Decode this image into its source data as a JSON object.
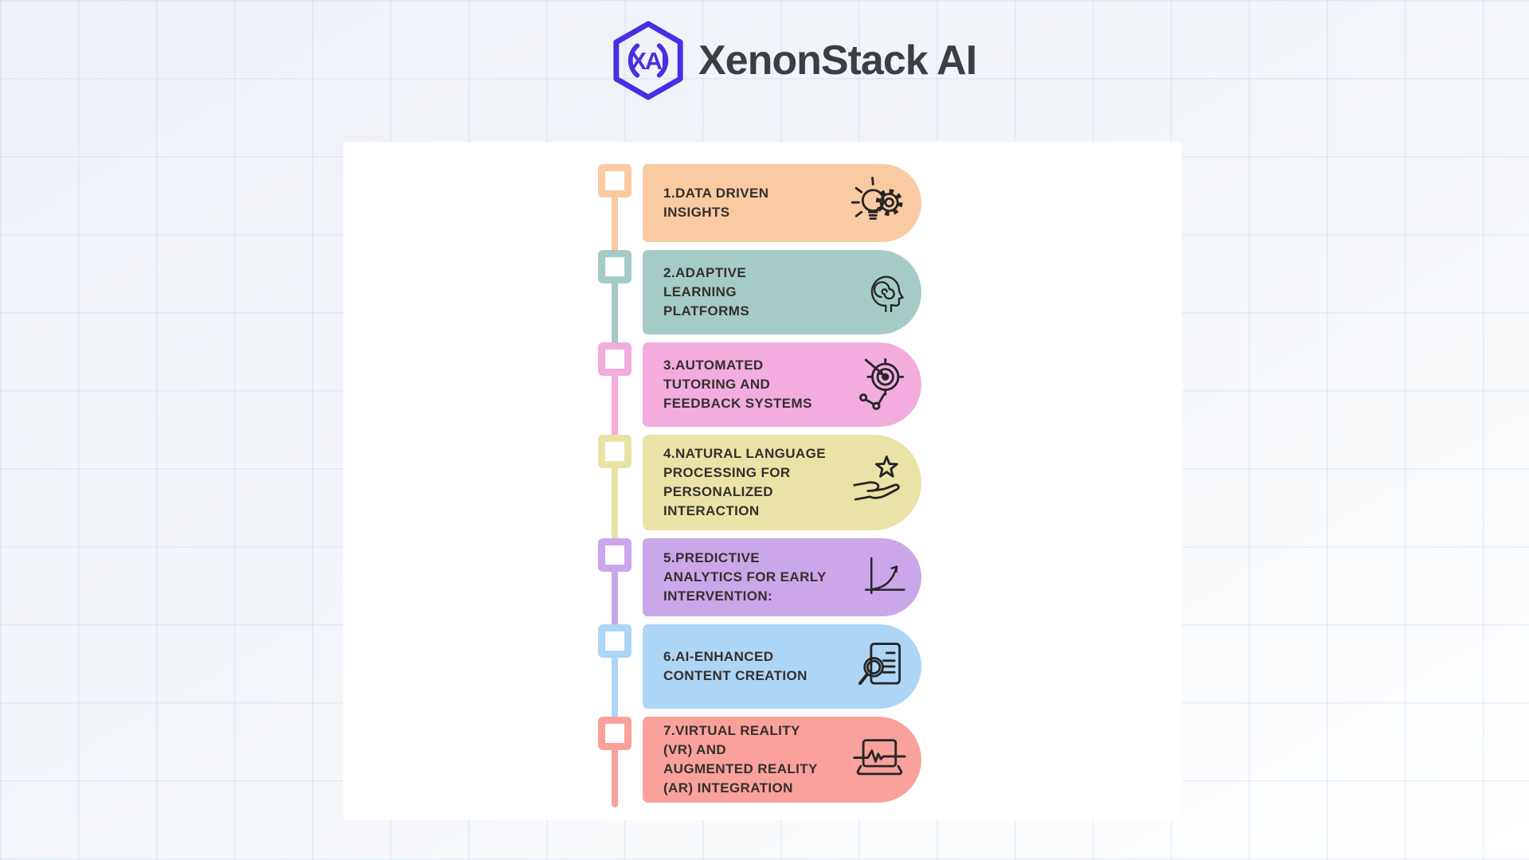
{
  "brand": {
    "name": "XenonStack AI",
    "logo_text": "XAI",
    "logo_color": "#4b2ee2",
    "text_color": "#3d3e43"
  },
  "timeline": {
    "items": [
      {
        "number": "1",
        "title": "1.DATA DRIVEN\nINSIGHTS",
        "color": "#facaa2",
        "icon": "lightbulb-gear-icon"
      },
      {
        "number": "2",
        "title": "2.ADAPTIVE\nLEARNING\nPLATFORMS",
        "color": "#a4cbc6",
        "icon": "head-spiral-icon"
      },
      {
        "number": "3",
        "title": "3.AUTOMATED\nTUTORING AND\nFEEDBACK SYSTEMS",
        "color": "#f2acdd",
        "icon": "target-dart-icon"
      },
      {
        "number": "4",
        "title": "4.NATURAL LANGUAGE\nPROCESSING FOR\nPERSONALIZED\nINTERACTION",
        "color": "#e9e3a7",
        "icon": "hand-star-icon"
      },
      {
        "number": "5",
        "title": "5.PREDICTIVE\nANALYTICS FOR EARLY\nINTERVENTION:",
        "color": "#cba6e9",
        "icon": "growth-curve-icon"
      },
      {
        "number": "6",
        "title": "6.AI-ENHANCED\nCONTENT CREATION",
        "color": "#add5f6",
        "icon": "magnifier-document-icon"
      },
      {
        "number": "7",
        "title": "7.VIRTUAL REALITY\n(VR) AND\nAUGMENTED REALITY\n(AR) INTEGRATION",
        "color": "#f9a19a",
        "icon": "laptop-waveform-icon"
      }
    ]
  }
}
